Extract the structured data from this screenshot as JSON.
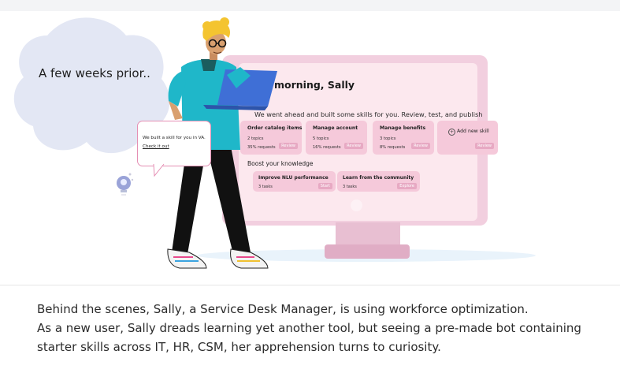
{
  "scene": {
    "blob_text": "A few weeks prior..",
    "monitor": {
      "greeting": "morning, Sally",
      "subtitle": "We went ahead and built some skills for you. Review, test, and publish",
      "skills": [
        {
          "title": "Order catalog items",
          "topics": "2 topics",
          "requests": "35% requests",
          "action": "Review"
        },
        {
          "title": "Manage account",
          "topics": "5 topics",
          "requests": "16% requests",
          "action": "Review"
        },
        {
          "title": "Manage benefits",
          "topics": "3 topics",
          "requests": "8% requests",
          "action": "Review"
        }
      ],
      "add_skill": {
        "label": "Add new skill",
        "action": "Review"
      },
      "boost_title": "Boost your knowledge",
      "boost_cards": [
        {
          "title": "Improve NLU performance",
          "tasks": "3 tasks",
          "action": "Start"
        },
        {
          "title": "Learn from the community",
          "tasks": "3 tasks",
          "action": "Explore"
        }
      ]
    },
    "bot_bubble": {
      "line1": "We built a skill for you in VA.",
      "link": "Check it out"
    }
  },
  "caption": {
    "line1": "Behind the scenes, Sally, a Service Desk Manager, is using workforce optimization.",
    "line2": "As a new user, Sally dreads learning yet another tool, but seeing a pre-made bot containing",
    "line3": "starter skills across IT, HR, CSM, her apprehension turns to curiosity."
  },
  "colors": {
    "blob": "#e3e7f4",
    "monitor": "#f2cfdf",
    "screen": "#fce8ee",
    "card": "#f5c9da",
    "shirt": "#1fb7c9",
    "laptop": "#3f6fd6",
    "hair": "#f4c430"
  }
}
